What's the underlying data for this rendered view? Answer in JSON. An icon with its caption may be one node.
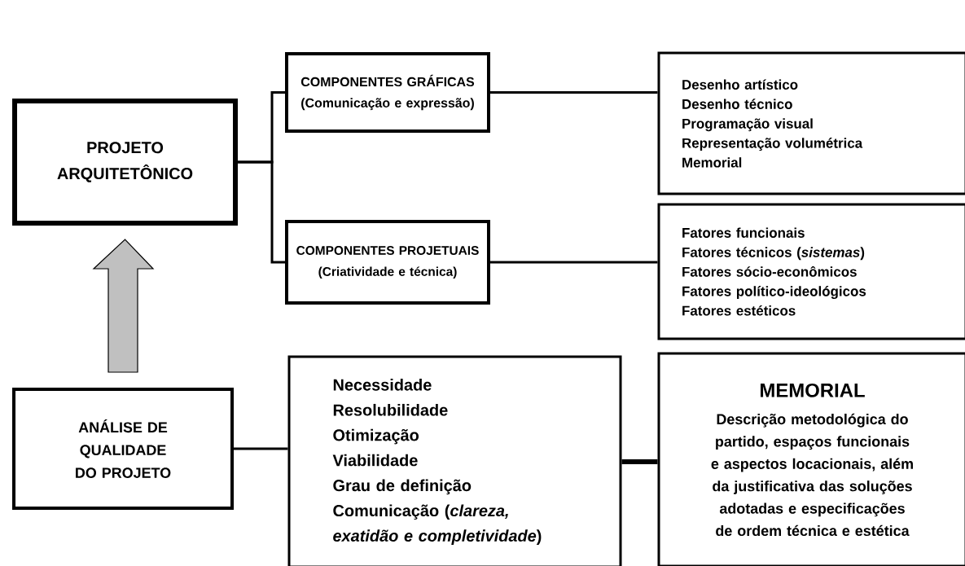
{
  "diagram": {
    "nodes": [
      {
        "text": [
          "PROJETO ARQUITETÔNICO"
        ]
      },
      {
        "text": [
          "COMPONENTES GRÁFICAS",
          "(Comunicação e expressão)"
        ]
      },
      {
        "text": [
          "Desenho artístico",
          "Desenho técnico",
          "Programação visual",
          "Representação volumétrica",
          "Memorial"
        ]
      },
      {
        "text": [
          "COMPONENTES PROJETUAIS",
          "(Criatividade e técnica)"
        ]
      },
      {
        "text": [
          "Fatores funcionais",
          "Fatores técnicos (*sistemas*)",
          "Fatores sócio-econômicos",
          "Fatores político-ideológicos",
          "Fatores estéticos"
        ]
      },
      {
        "text": [
          "ANÁLISE DE QUALIDADE DO PROJETO"
        ]
      },
      {
        "text": [
          "Necessidade",
          "Resolubilidade",
          "Otimização",
          "Viabilidade",
          "Grau de definição",
          "Comunicação (*clareza, exatidão e completividade*)"
        ]
      },
      {
        "text": [
          "MEMORIAL",
          "Descrição metodológica do partido, espaços funcionais e aspectos locacionais, além da justificativa das soluções adotadas e especificações de ordem técnica e estética"
        ]
      }
    ],
    "edges": [
      {
        "from": 0,
        "to": 1,
        "arrow": "none"
      },
      {
        "from": 0,
        "to": 3,
        "arrow": "none"
      },
      {
        "from": 1,
        "to": 2,
        "arrow": "none"
      },
      {
        "from": 3,
        "to": 4,
        "arrow": "none"
      },
      {
        "from": 5,
        "to": 0,
        "arrow": "to",
        "style": "thick",
        "color": "#c0c0c0"
      },
      {
        "from": 5,
        "to": 6,
        "arrow": "none"
      },
      {
        "from": 6,
        "to": 7,
        "arrow": "none",
        "style": "thick"
      }
    ]
  }
}
